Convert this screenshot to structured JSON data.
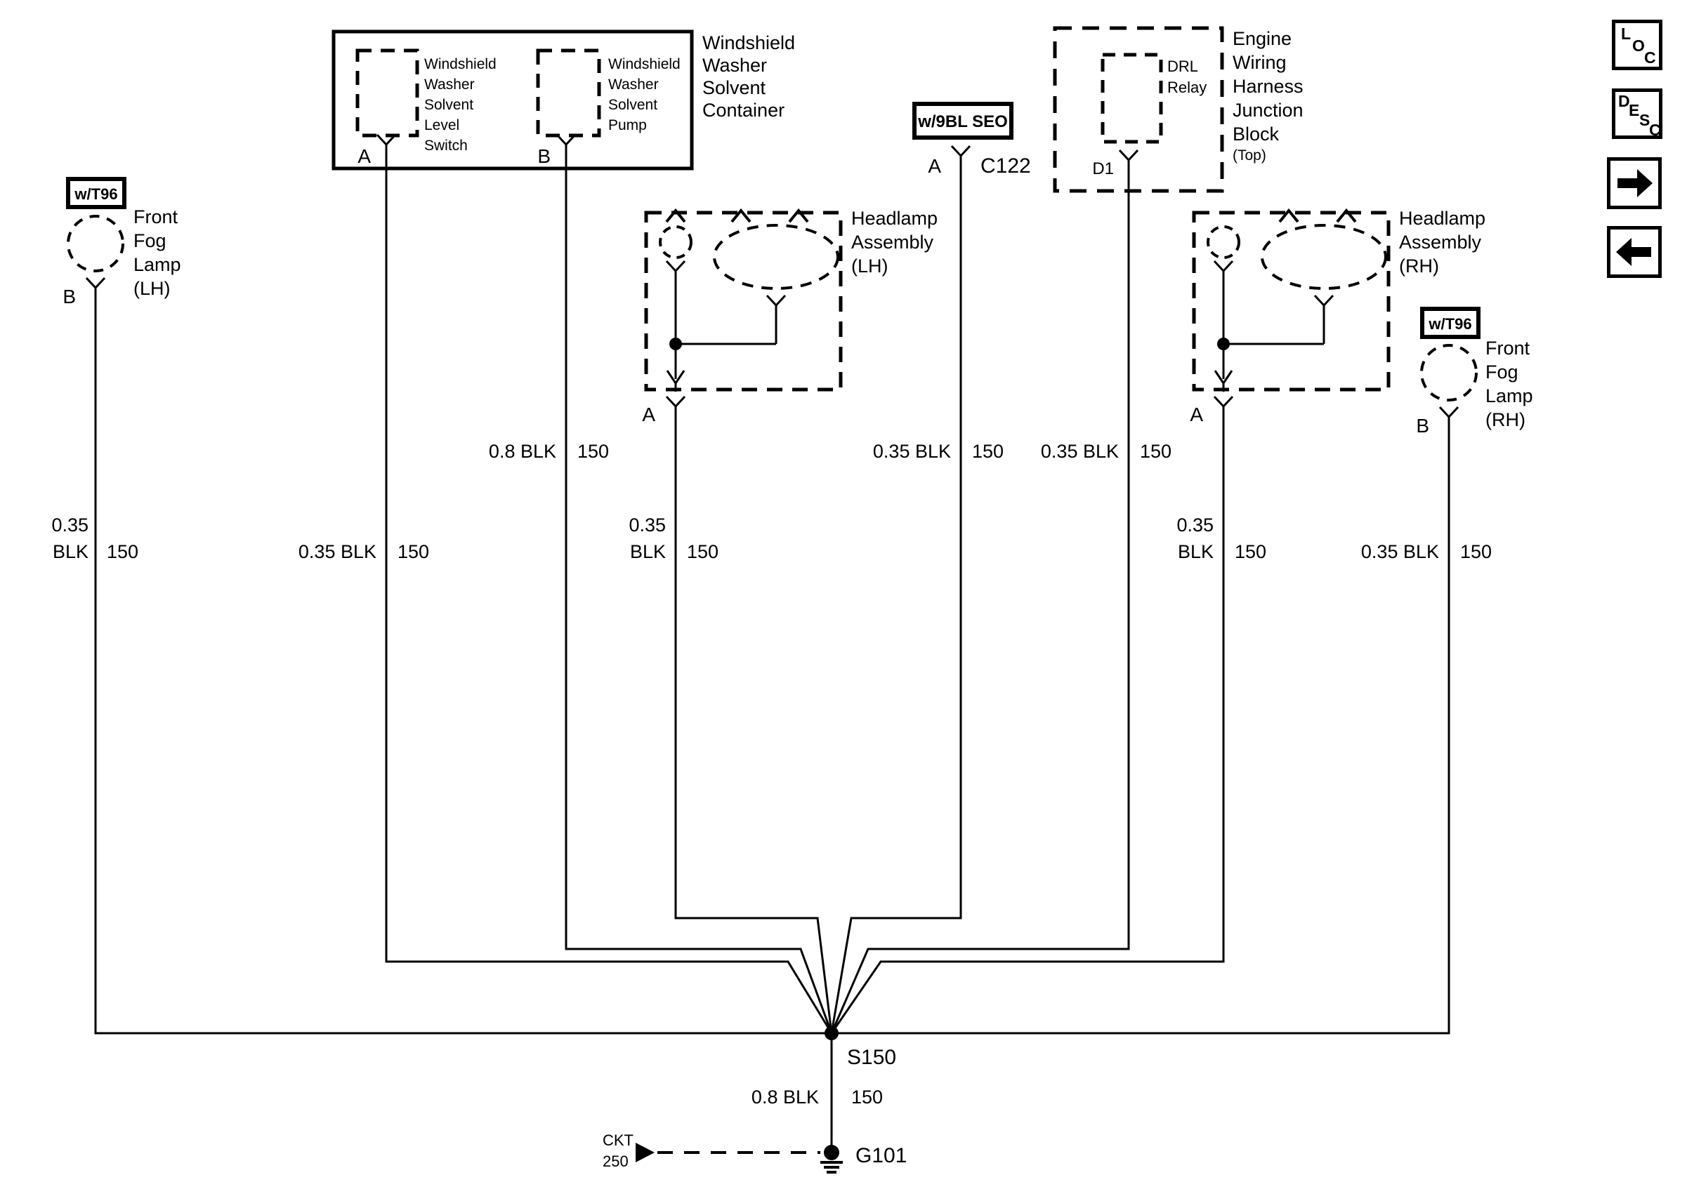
{
  "diagram": {
    "washer_container": {
      "title_lines": [
        "Windshield",
        "Washer",
        "Solvent",
        "Container"
      ],
      "switch_lines": [
        "Windshield",
        "Washer",
        "Solvent",
        "Level",
        "Switch"
      ],
      "switch_pin": "A",
      "pump_lines": [
        "Windshield",
        "Washer",
        "Solvent",
        "Pump"
      ],
      "pump_pin": "B"
    },
    "seo_connector": {
      "tag": "w/9BL SEO",
      "pin": "A",
      "id": "C122"
    },
    "junction_block": {
      "title_lines": [
        "Engine",
        "Wiring",
        "Harness",
        "Junction",
        "Block"
      ],
      "title_sub": "(Top)",
      "relay_lines": [
        "DRL",
        "Relay"
      ],
      "pin": "D1"
    },
    "fog_lamp_lh": {
      "tag": "w/T96",
      "title_lines": [
        "Front",
        "Fog",
        "Lamp",
        "(LH)"
      ],
      "pin": "B"
    },
    "fog_lamp_rh": {
      "tag": "w/T96",
      "title_lines": [
        "Front",
        "Fog",
        "Lamp",
        "(RH)"
      ],
      "pin": "B"
    },
    "headlamp_lh": {
      "title_lines": [
        "Headlamp",
        "Assembly",
        "(LH)"
      ],
      "pin": "A"
    },
    "headlamp_rh": {
      "title_lines": [
        "Headlamp",
        "Assembly",
        "(RH)"
      ],
      "pin": "A"
    },
    "wire_labels": {
      "fog_lh": {
        "size": "0.35",
        "color": "BLK",
        "circuit": "150"
      },
      "switch": {
        "size_color": "0.35 BLK",
        "circuit": "150"
      },
      "pump": {
        "size_color": "0.8 BLK",
        "circuit": "150"
      },
      "headlamp_lh": {
        "size": "0.35",
        "color": "BLK",
        "circuit": "150"
      },
      "c122": {
        "size_color": "0.35 BLK",
        "circuit": "150"
      },
      "d1": {
        "size_color": "0.35 BLK",
        "circuit": "150"
      },
      "headlamp_rh": {
        "size": "0.35",
        "color": "BLK",
        "circuit": "150"
      },
      "fog_rh": {
        "size_color": "0.35 BLK",
        "circuit": "150"
      },
      "ground": {
        "size_color": "0.8 BLK",
        "circuit": "150"
      }
    },
    "splice": {
      "id": "S150"
    },
    "ground": {
      "id": "G101",
      "ckt_lines": [
        "CKT",
        "250"
      ]
    }
  },
  "toolbar": {
    "loc_letters": [
      "L",
      "O",
      "C"
    ],
    "desc_letters": [
      "D",
      "E",
      "S",
      "C"
    ]
  },
  "colors": {
    "line": "#000000",
    "background": "#ffffff"
  }
}
